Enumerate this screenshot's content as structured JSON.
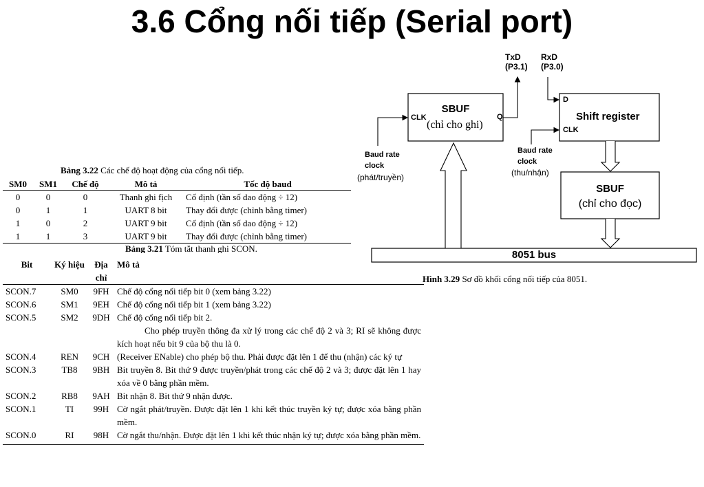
{
  "title": "3.6 Cổng nối tiếp (Serial port)",
  "table22": {
    "caption_bold": "Bảng 3.22",
    "caption_text": " Các chế độ hoạt động của cổng nối tiếp.",
    "headers": [
      "SM0",
      "SM1",
      "Chế độ",
      "Mô tả",
      "Tốc độ baud"
    ],
    "rows": [
      [
        "0",
        "0",
        "0",
        "Thanh ghi fịch",
        "Cố định (tần số dao động ÷ 12)"
      ],
      [
        "0",
        "1",
        "1",
        "UART 8 bit",
        "Thay đổi được (chỉnh bằng timer)"
      ],
      [
        "1",
        "0",
        "2",
        "UART 9 bit",
        "Cố định (tần số dao động ÷ 12)"
      ],
      [
        "1",
        "1",
        "3",
        "UART 9 bit",
        "Thay đổi được (chỉnh bằng timer)"
      ]
    ]
  },
  "table21": {
    "caption_bold": "Bảng 3.21",
    "caption_text": " Tóm tắt thanh ghi SCON.",
    "headers": [
      "Bit",
      "Ký hiệu",
      "Địa chỉ",
      "Mô tả"
    ],
    "rows": [
      {
        "bit": "SCON.7",
        "sym": "SM0",
        "addr": "9FH",
        "desc": "Chế độ cổng nối tiếp bit 0 (xem bảng 3.22)",
        "desc2": ""
      },
      {
        "bit": "SCON.6",
        "sym": "SM1",
        "addr": "9EH",
        "desc": "Chế độ cổng nối tiếp bit 1 (xem bảng 3.22)",
        "desc2": ""
      },
      {
        "bit": "SCON.5",
        "sym": "SM2",
        "addr": "9DH",
        "desc": "Chế độ cổng nối tiếp bit 2.",
        "desc2": "Cho phép truyền thông đa xử lý trong các chế độ 2 và 3; RI sẽ không được kích hoạt nếu bit 9 của bộ thu là 0."
      },
      {
        "bit": "SCON.4",
        "sym": "REN",
        "addr": "9CH",
        "desc": "(Receiver ENable) cho phép bộ thu. Phải được đặt lên 1 để thu (nhận) các ký tự",
        "desc2": ""
      },
      {
        "bit": "SCON.3",
        "sym": "TB8",
        "addr": "9BH",
        "desc": "Bit truyền 8. Bit thứ 9 được truyền/phát trong các chế độ 2 và 3; được đặt lên 1 hay xóa về 0 bằng phần mềm.",
        "desc2": ""
      },
      {
        "bit": "SCON.2",
        "sym": "RB8",
        "addr": "9AH",
        "desc": "Bit nhận 8. Bit thứ 9 nhận được.",
        "desc2": ""
      },
      {
        "bit": "SCON.1",
        "sym": "TI",
        "addr": "99H",
        "desc": "Cờ ngắt phát/truyền. Được đặt lên 1 khi kết thúc truyền ký tự; được xóa bằng phần mềm.",
        "desc2": ""
      },
      {
        "bit": "SCON.0",
        "sym": "RI",
        "addr": "98H",
        "desc": "Cờ ngắt thu/nhận. Được đặt lên 1 khi kết thúc nhận ký tự; được xóa bằng phần mềm.",
        "desc2": ""
      }
    ]
  },
  "diagram": {
    "txd": "TxD",
    "txd_pin": "(P3.1)",
    "rxd": "RxD",
    "rxd_pin": "(P3.0)",
    "sbuf_tx_title": "SBUF",
    "sbuf_tx_sub": "(chỉ cho ghi)",
    "clk": "CLK",
    "q": "Q",
    "d": "D",
    "shift_register": "Shift register",
    "sbuf_rx_title": "SBUF",
    "sbuf_rx_sub": "(chỉ cho đọc)",
    "baud_left_1": "Baud rate",
    "baud_left_2": "clock",
    "baud_left_3": "(phát/truyền)",
    "baud_right_1": "Baud rate",
    "baud_right_2": "clock",
    "baud_right_3": "(thu/nhận)",
    "bus": "8051 bus",
    "caption_bold": "Hình 3.29",
    "caption_text": " Sơ đồ khối cổng nối tiếp của 8051."
  }
}
